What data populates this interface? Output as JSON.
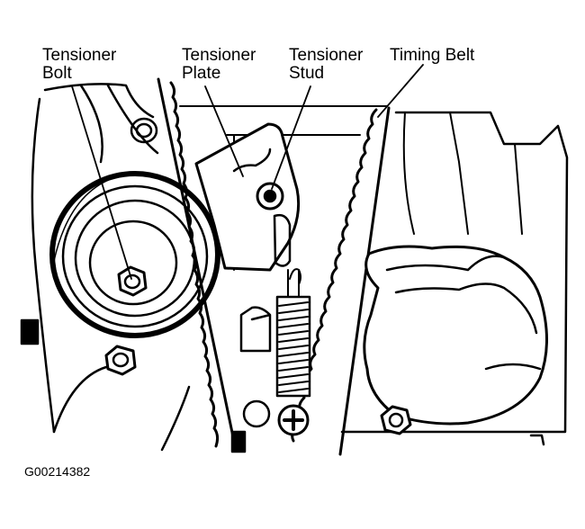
{
  "labels": {
    "tensioner_bolt": [
      "Tensioner",
      "Bolt"
    ],
    "tensioner_plate": [
      "Tensioner",
      "Plate"
    ],
    "tensioner_stud": [
      "Tensioner",
      "Stud"
    ],
    "timing_belt": "Timing Belt"
  },
  "figure_id": "G00214382",
  "colors": {
    "ink": "#000000",
    "paper": "#ffffff"
  }
}
